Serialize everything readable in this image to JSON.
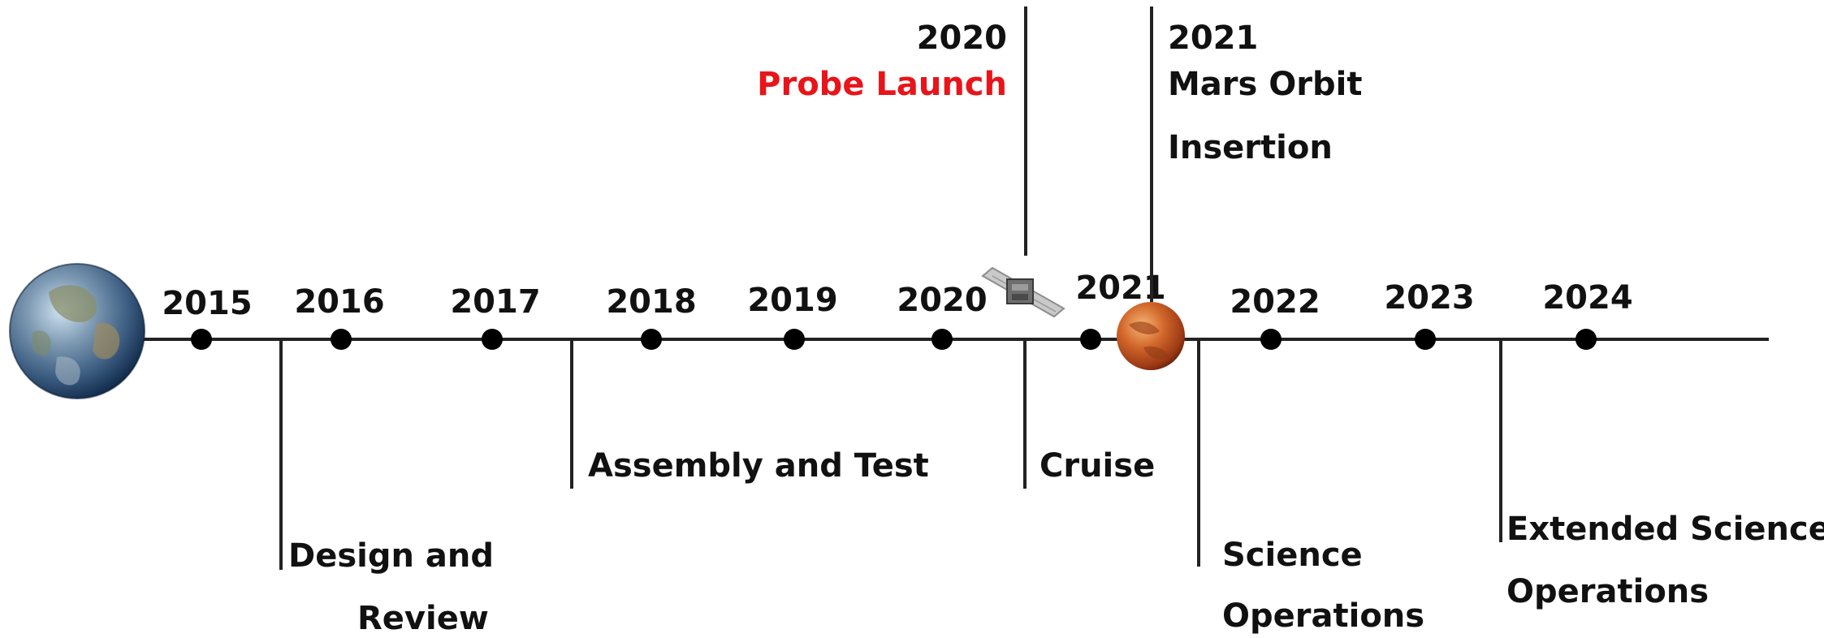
{
  "years": [
    "2015",
    "2016",
    "2017",
    "2018",
    "2019",
    "2020",
    "2021",
    "2022",
    "2023",
    "2024"
  ],
  "phases": {
    "design": [
      "Design and",
      "Review"
    ],
    "assembly": "Assembly and Test",
    "cruise": "Cruise",
    "science": [
      "Science",
      "Operations"
    ],
    "extended": [
      "Extended Science",
      "Operations"
    ]
  },
  "events": {
    "launch": {
      "year": "2020",
      "label": "Probe Launch",
      "color": "#e8141a"
    },
    "orbit": {
      "year": "2021",
      "label": [
        "Mars Orbit",
        "Insertion"
      ]
    }
  },
  "icons": {
    "start": "earth-icon",
    "probe": "satellite-icon",
    "destination": "mars-icon"
  },
  "colors": {
    "line": "#222222",
    "text": "#111111"
  }
}
